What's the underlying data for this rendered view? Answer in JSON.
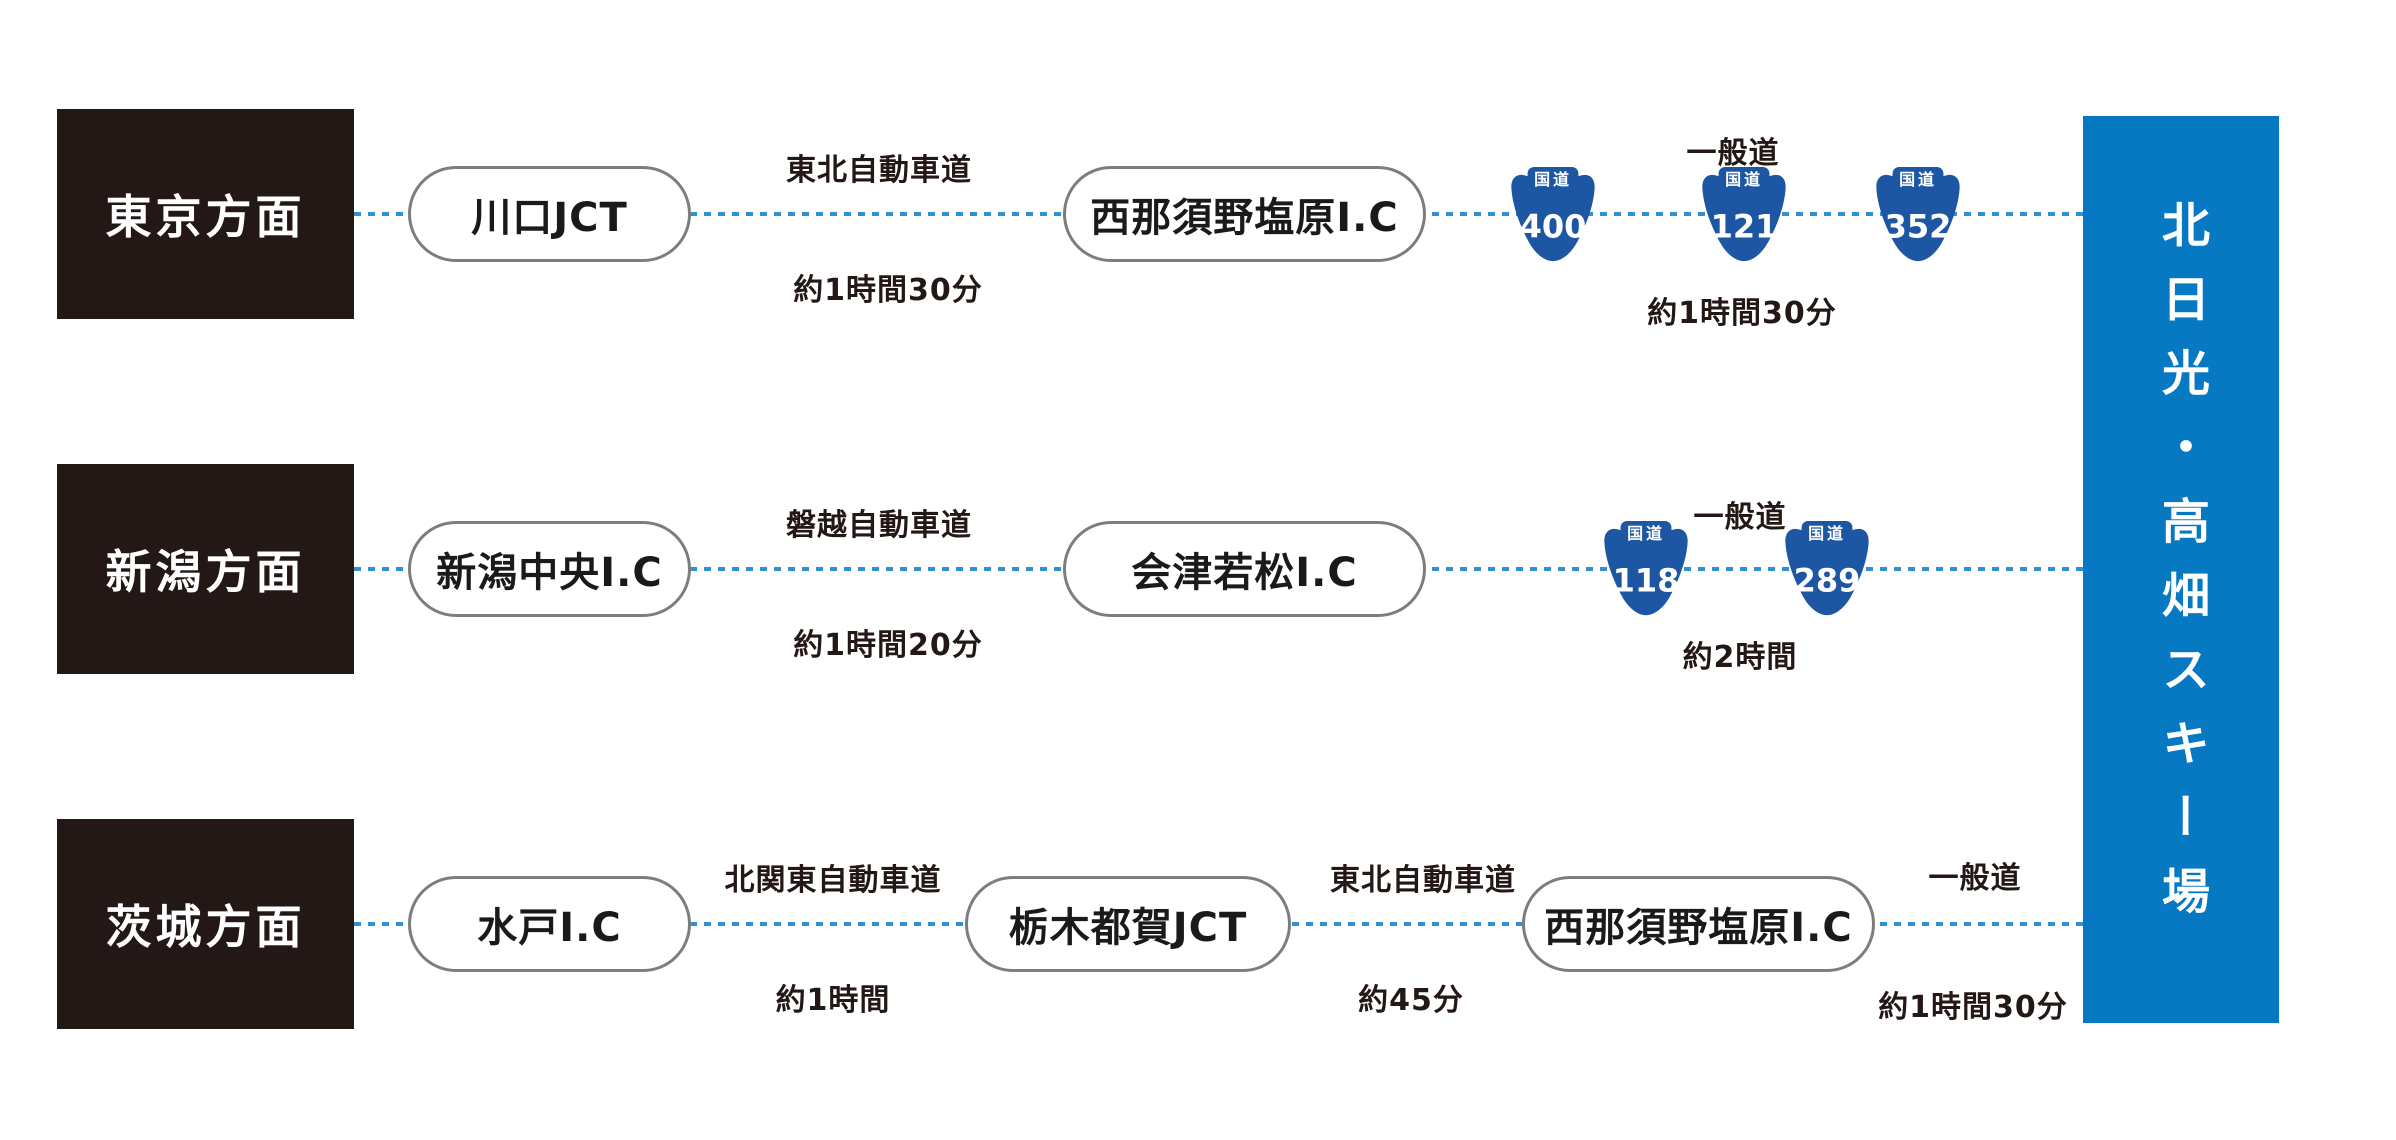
{
  "destination": {
    "label": "北日光・高畑スキー場"
  },
  "shield_label": "国道",
  "colors": {
    "origin_box": "#231815",
    "dotted_line": "#2f90d3",
    "route_shield": "#1d57a4",
    "destination_bar": "#0679c2"
  },
  "rows": [
    {
      "origin": "東京方面",
      "nodes": [
        "川口JCT",
        "西那須野塩原I.C"
      ],
      "segments": [
        {
          "road": "東北自動車道",
          "time": "約1時間30分"
        },
        {
          "road": "一般道",
          "time": "約1時間30分",
          "routes": [
            "400",
            "121",
            "352"
          ]
        }
      ]
    },
    {
      "origin": "新潟方面",
      "nodes": [
        "新潟中央I.C",
        "会津若松I.C"
      ],
      "segments": [
        {
          "road": "磐越自動車道",
          "time": "約1時間20分"
        },
        {
          "road": "一般道",
          "time": "約2時間",
          "routes": [
            "118",
            "289"
          ]
        }
      ]
    },
    {
      "origin": "茨城方面",
      "nodes": [
        "水戸I.C",
        "栃木都賀JCT",
        "西那須野塩原I.C"
      ],
      "segments": [
        {
          "road": "北関東自動車道",
          "time": "約1時間"
        },
        {
          "road": "東北自動車道",
          "time": "約45分"
        },
        {
          "road": "一般道",
          "time": "約1時間30分"
        }
      ]
    }
  ]
}
